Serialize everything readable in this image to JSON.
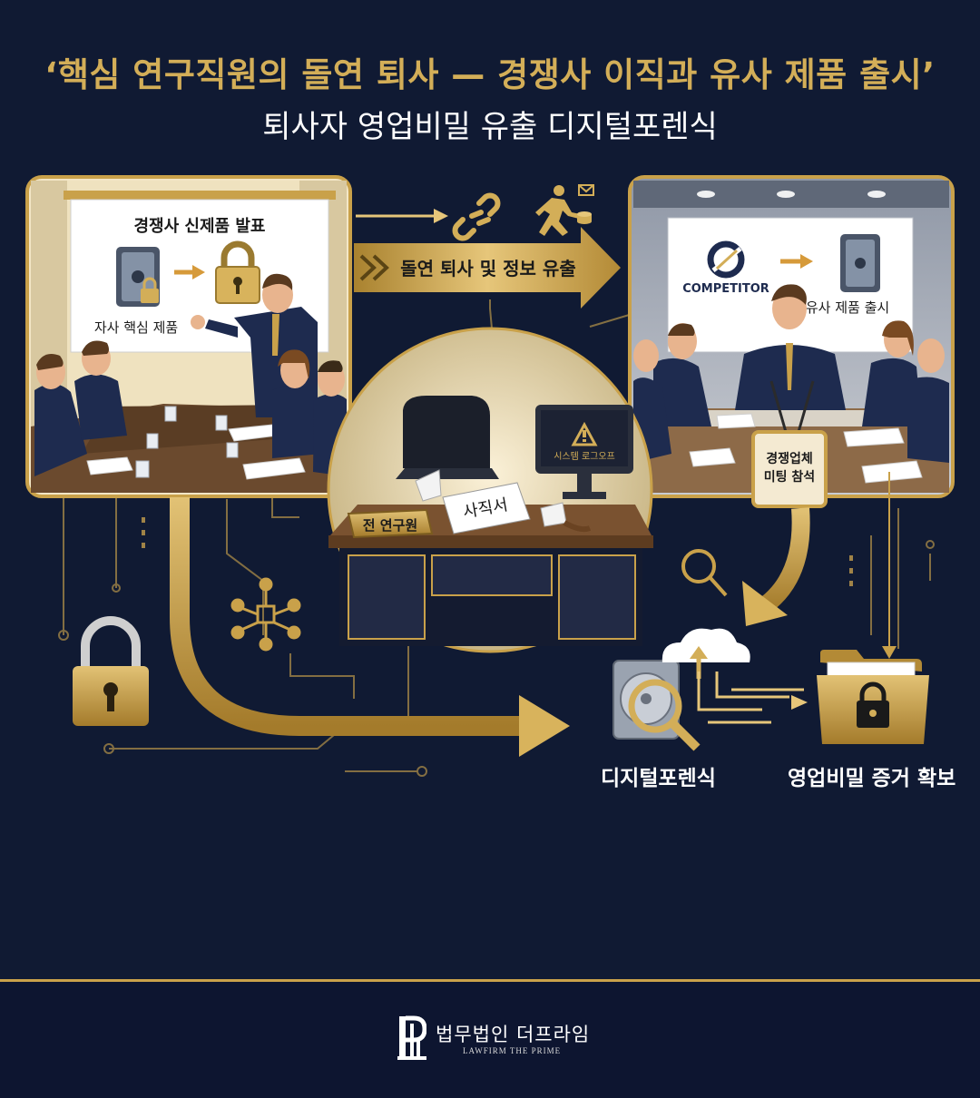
{
  "header": {
    "title": "‘핵심 연구직원의 돌연 퇴사 — 경쟁사 이직과 유사 제품 출시’",
    "subtitle": "퇴사자 영업비밀 유출 디지털포렌식"
  },
  "left_panel": {
    "screen_title": "경쟁사 신제품 발표",
    "product_label": "자사 핵심 제품"
  },
  "flow": {
    "banner": "돌연 퇴사 및 정보 유출"
  },
  "center": {
    "nameplate": "전 연구원",
    "resignation": "사직서",
    "monitor_text": "시스템 로그오프"
  },
  "right_panel": {
    "logo_text": "COMPETITOR",
    "product_label": "유사 제품 출시",
    "badge_line1": "경쟁업체",
    "badge_line2": "미팅 참석"
  },
  "bottom": {
    "forensics_label": "디지털포렌식",
    "evidence_label": "영업비밀 증거 확보"
  },
  "footer": {
    "brand_ko": "법무법인 더프라임",
    "brand_en": "LAWFIRM THE PRIME"
  },
  "colors": {
    "background": "#101a33",
    "gold": "#c9a14a",
    "navy_suit": "#1e2b4f"
  }
}
